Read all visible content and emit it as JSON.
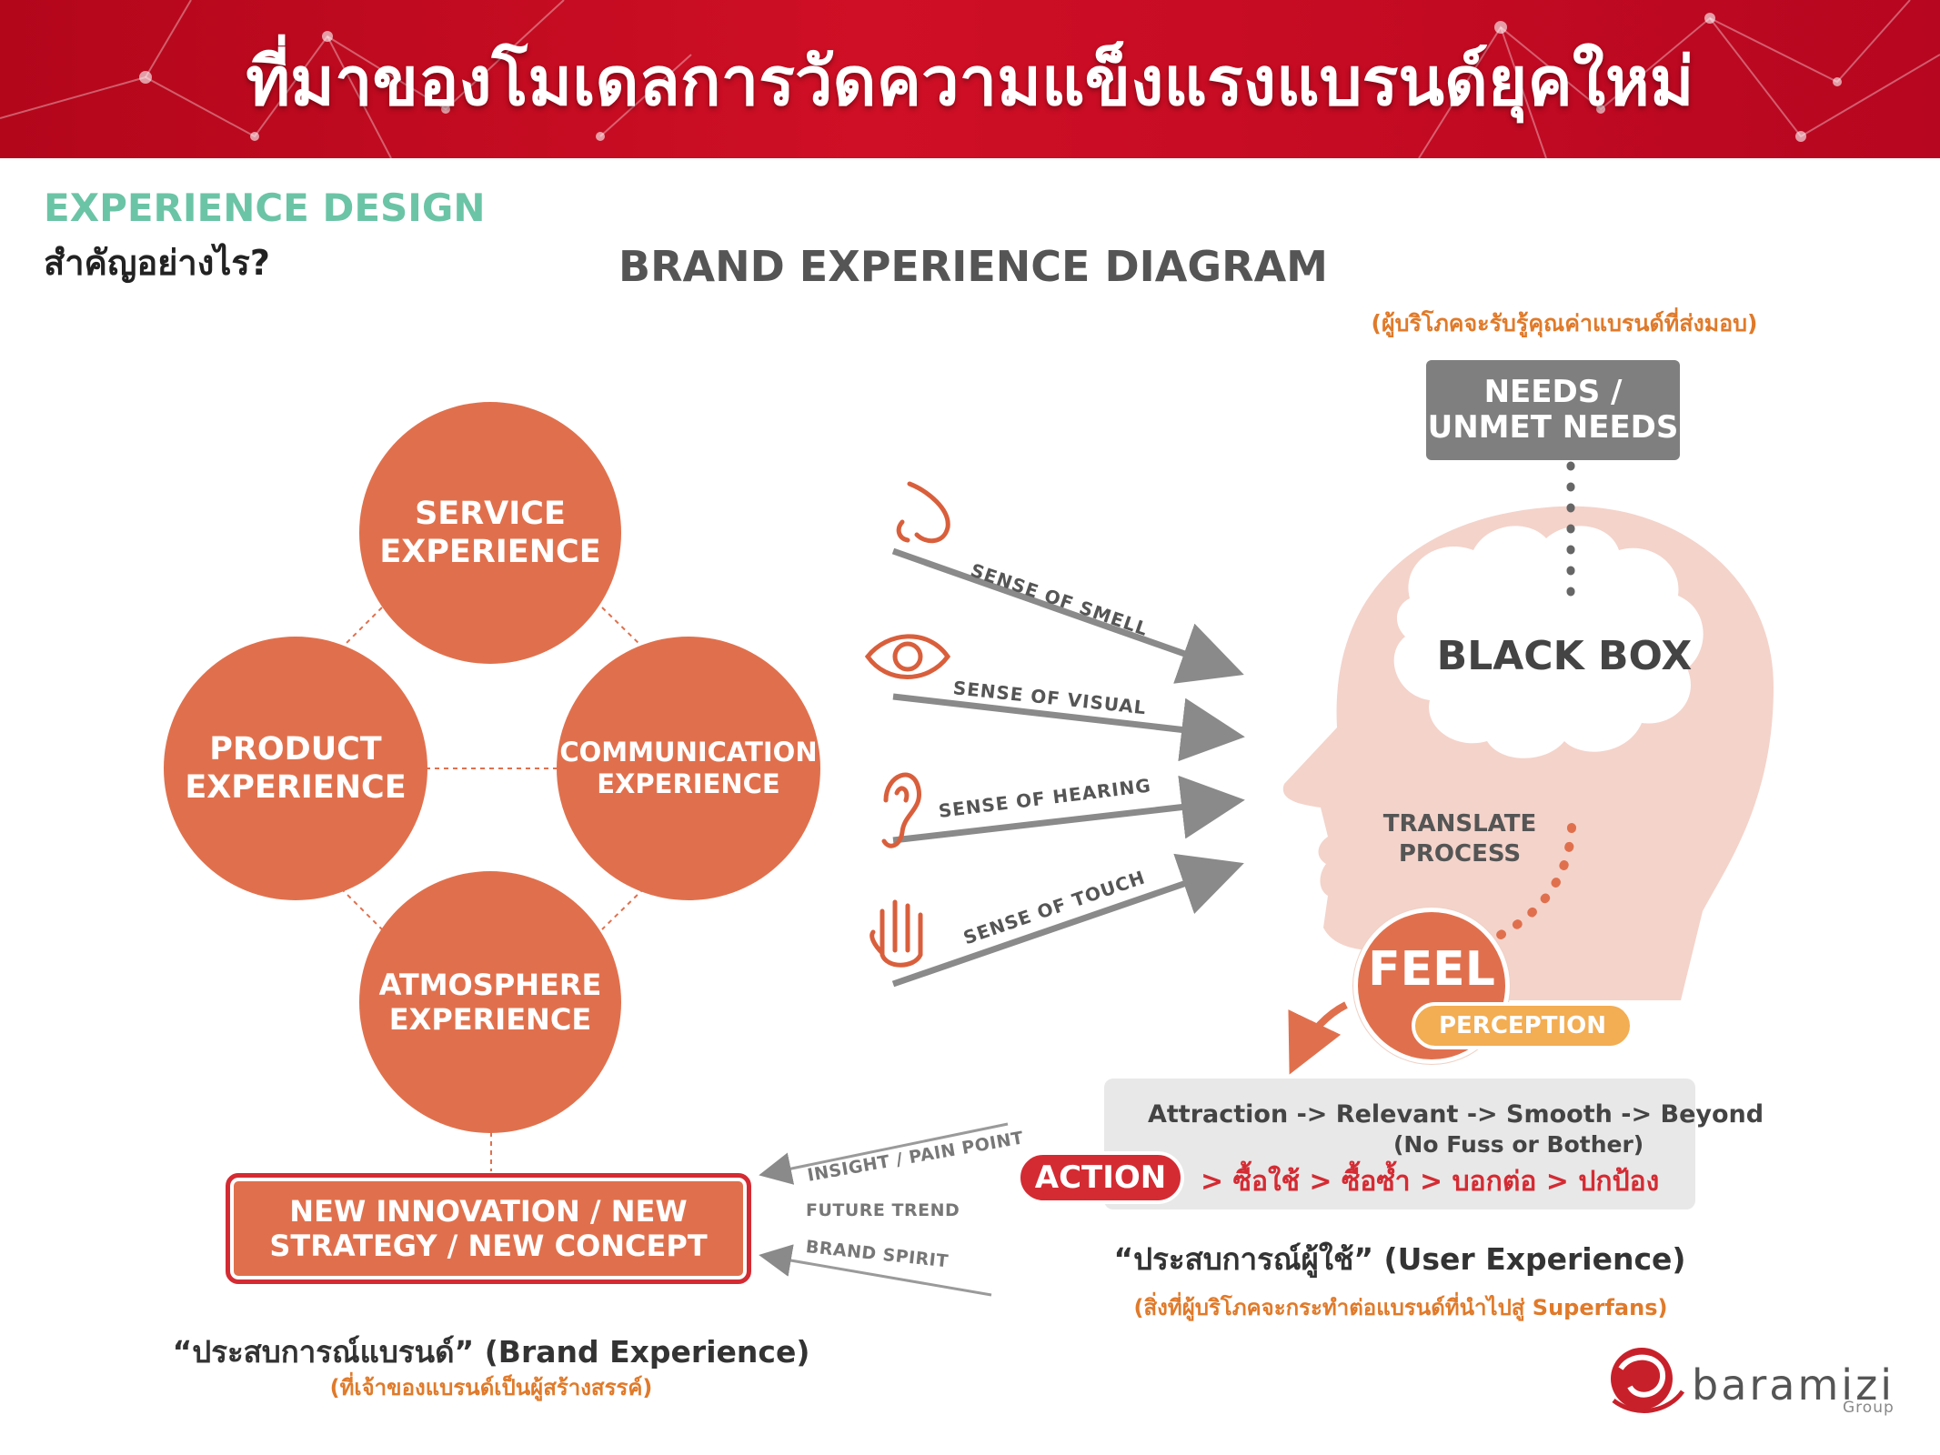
{
  "header": {
    "title": "ที่มาของโมเดลการวัดความแข็งแรงแบรนด์ยุคใหม่",
    "background_color": "#c80d22"
  },
  "intro": {
    "heading": "EXPERIENCE DESIGN",
    "subheading": "สำคัญอย่างไร?"
  },
  "diagram_title": "BRAND EXPERIENCE DIAGRAM",
  "experience_circles": [
    {
      "label": "SERVICE\nEXPERIENCE"
    },
    {
      "label": "PRODUCT\nEXPERIENCE"
    },
    {
      "label": "COMMUNICATION\nEXPERIENCE"
    },
    {
      "label": "ATMOSPHERE\nEXPERIENCE"
    }
  ],
  "senses": [
    {
      "label": "SENSE OF SMELL",
      "icon": "nose-icon"
    },
    {
      "label": "SENSE OF VISUAL",
      "icon": "eye-icon"
    },
    {
      "label": "SENSE OF HEARING",
      "icon": "ear-icon"
    },
    {
      "label": "SENSE OF TOUCH",
      "icon": "hand-icon"
    }
  ],
  "head": {
    "note": "(ผู้บริโภคจะรับรู้คุณค่าแบรนด์ที่ส่งมอบ)",
    "needs": "NEEDS /\nUNMET NEEDS",
    "black_box": "BLACK BOX",
    "translate": "TRANSLATE\nPROCESS",
    "feel": "FEEL",
    "perception": "PERCEPTION"
  },
  "user_experience": {
    "line1": "Attraction -> Relevant -> Smooth -> Beyond",
    "line2": "(No Fuss or Bother)",
    "action": "ACTION",
    "steps": "> ซื้อใช้ > ซื้อซ้ำ > บอกต่อ > ปกป้อง",
    "title": "“ประสบการณ์ผู้ใช้” (User Experience)",
    "subtitle": "(สิ่งที่ผู้บริโภคจะกระทำต่อแบรนด์ที่นำไปสู่ Superfans)"
  },
  "feedback": {
    "labels": [
      "INSIGHT / PAIN POINT",
      "FUTURE TREND",
      "BRAND SPIRIT"
    ]
  },
  "innovation": {
    "label": "NEW INNOVATION / NEW\nSTRATEGY / NEW CONCEPT"
  },
  "brand_experience": {
    "title": "“ประสบการณ์แบรนด์” (Brand Experience)",
    "subtitle": "(ที่เจ้าของแบรนด์เป็นผู้สร้างสรรค์)"
  },
  "logo": {
    "name": "baramizi",
    "sub": "Group"
  },
  "colors": {
    "circle": "#e0704d",
    "accent_red": "#d42b33",
    "note_orange": "#e07a2a",
    "heading_green": "#6bc4a6",
    "head_pink": "#f4d3ca"
  }
}
